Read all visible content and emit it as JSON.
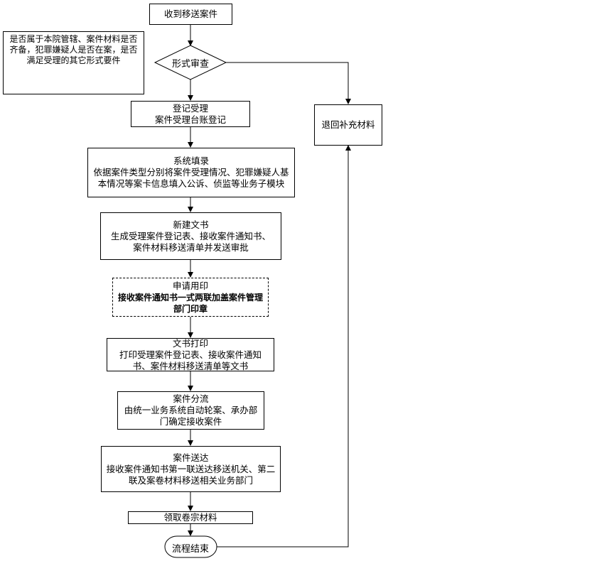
{
  "flow": {
    "start": "收到移送案件",
    "review": "形式审查",
    "review_note": "是否属于本院管辖、案件材料是否齐备，犯罪嫌疑人是否在案，是否满足受理的其它形式要件",
    "reject": "退回补充材料",
    "register": {
      "title": "登记受理",
      "desc": "案件受理台账登记"
    },
    "fill": {
      "title": "系统填录",
      "desc": "依据案件类型分别将案件受理情况、犯罪嫌疑人基本情况等案卡信息填入公诉、侦监等业务子模块"
    },
    "newdoc": {
      "title": "新建文书",
      "desc": "生成受理案件登记表、接收案件通知书、案件材料移送清单并发送审批"
    },
    "seal": {
      "title": "申请用印",
      "desc": "接收案件通知书一式两联加盖案件管理部门印章"
    },
    "print": {
      "title": "文书打印",
      "desc": "打印受理案件登记表、接收案件通知书、案件材料移送清单等文书"
    },
    "dispatch": {
      "title": "案件分流",
      "desc": "由统一业务系统自动轮案、承办部门确定接收案件"
    },
    "deliver": {
      "title": "案件送达",
      "desc": "接收案件通知书第一联送达移送机关、第二联及案卷材料移送相关业务部门"
    },
    "collect": "领取卷宗材料",
    "end": "流程结束"
  }
}
